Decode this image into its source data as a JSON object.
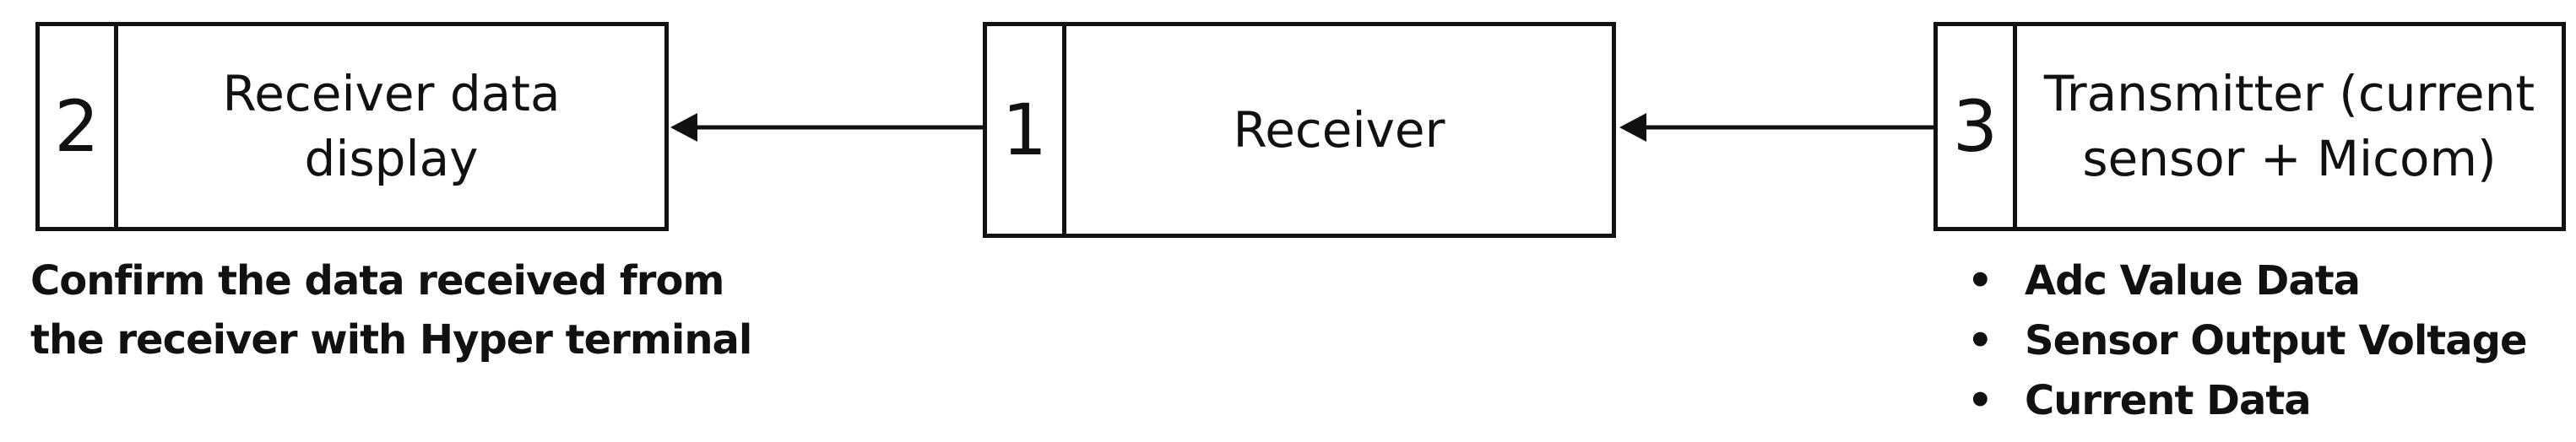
{
  "blocks": {
    "receiver_display": {
      "number": "2",
      "lines": [
        "Receiver data",
        "display"
      ]
    },
    "receiver": {
      "number": "1",
      "lines": [
        "Receiver"
      ]
    },
    "transmitter": {
      "number": "3",
      "lines": [
        "Transmitter (current",
        "sensor + Micom)"
      ]
    }
  },
  "display_note": {
    "lines": [
      "Confirm the data received from",
      "the receiver with Hyper terminal"
    ]
  },
  "transmitter_data": {
    "items": [
      "Adc Value Data",
      "Sensor Output Voltage",
      "Current Data"
    ]
  }
}
